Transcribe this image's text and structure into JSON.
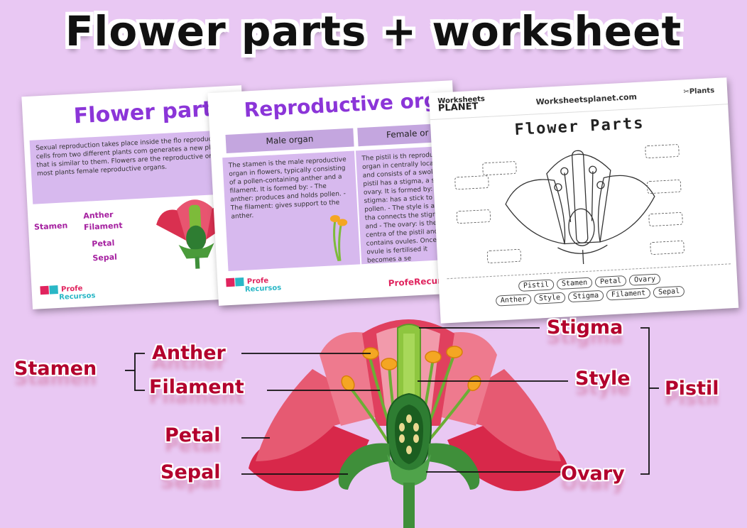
{
  "title": "Flower parts + worksheet",
  "colors": {
    "label": "#b3002d",
    "petal": "#e84a60",
    "petal_dark": "#b01030",
    "purple": "#8b35d8",
    "green": "#2e8b3a"
  },
  "card1": {
    "title": "Flower part",
    "text": "Sexual reproduction takes place inside the flo reproductive cells from two different plants com generates a new plant that is similar to them. Flowers are the reproductive organs in most plants female reproductive organs.",
    "labels": {
      "stamen": "Stamen",
      "anther": "Anther",
      "filament": "Filament",
      "petal": "Petal",
      "sepal": "Sepal"
    },
    "logo": {
      "line1": "Profe",
      "line2": "Recursos"
    }
  },
  "card2": {
    "title": "Reproductive orga",
    "male_header": "Male organ",
    "female_header": "Female or",
    "male_text": "The stamen is the male reproductive organ in flowers, typically consisting of a pollen-containing anther and a filament. It is formed by: - The anther: produces and holds pollen. - The filament: gives support to the anther.",
    "female_text": "The pistil is th reproductive organ in centrally located and consists of a swollen pistil has a stigma, a st ovary. It is formed by: - The stigma: has a stick to trap pollen. - The style is a tube tha connects the stigma and - The ovary: is the centra of the pistil and contains ovules. Once an ovule is fertilised it becomes a se",
    "logo": {
      "line1": "Profe",
      "line2": "Recursos"
    },
    "footer_logo": "ProfeRecursos"
  },
  "card3": {
    "brand_line1": "Worksheets",
    "brand_line2": "PLANET",
    "site": "Worksheetsplanet.com",
    "tag": "✂Plants",
    "title": "Flower Parts",
    "word_row1": [
      "Pistil",
      "Stamen",
      "Petal",
      "Ovary"
    ],
    "word_row2": [
      "Anther",
      "Style",
      "Stigma",
      "Filament",
      "Sepal"
    ]
  },
  "diagram": {
    "stamen": "Stamen",
    "anther": "Anther",
    "filament": "Filament",
    "petal": "Petal",
    "sepal": "Sepal",
    "stigma": "Stigma",
    "style": "Style",
    "pistil": "Pistil",
    "ovary": "Ovary"
  }
}
